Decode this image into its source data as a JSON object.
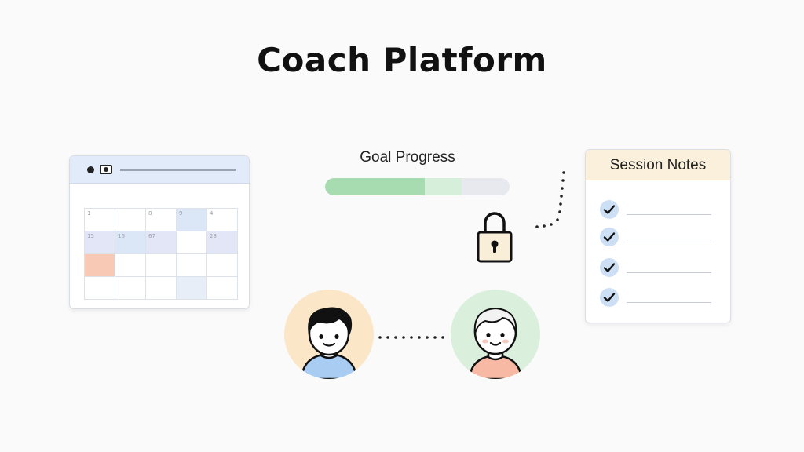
{
  "page": {
    "title": "Coach Platform"
  },
  "calendar": {
    "header_icons": [
      "record-dot-icon",
      "camera-icon"
    ],
    "cells": [
      {
        "label": "1",
        "style": ""
      },
      {
        "label": "",
        "style": ""
      },
      {
        "label": "8",
        "style": ""
      },
      {
        "label": "9",
        "style": "blue"
      },
      {
        "label": "4",
        "style": ""
      },
      {
        "label": "15",
        "style": "lav"
      },
      {
        "label": "16",
        "style": "blue"
      },
      {
        "label": "67",
        "style": "lav"
      },
      {
        "label": "",
        "style": ""
      },
      {
        "label": "28",
        "style": "lav"
      },
      {
        "label": "",
        "style": "salmon"
      },
      {
        "label": "",
        "style": ""
      },
      {
        "label": "",
        "style": ""
      },
      {
        "label": "",
        "style": ""
      },
      {
        "label": "",
        "style": ""
      },
      {
        "label": "",
        "style": ""
      },
      {
        "label": "",
        "style": ""
      },
      {
        "label": "",
        "style": ""
      },
      {
        "label": "",
        "style": "light"
      },
      {
        "label": "",
        "style": ""
      }
    ]
  },
  "goal": {
    "label": "Goal Progress",
    "progress": 0.54,
    "secondary_progress": 0.2,
    "colors": {
      "fill": "#a7dcb0",
      "secondary": "#d6efda",
      "track": "#e7e9ef"
    }
  },
  "lock": {
    "icon": "padlock-icon",
    "color": "#f9efd9"
  },
  "notes": {
    "title": "Session Notes",
    "items": [
      {
        "checked": true
      },
      {
        "checked": true
      },
      {
        "checked": true
      },
      {
        "checked": true
      }
    ]
  },
  "people": {
    "coach": {
      "icon": "coach-avatar-icon",
      "bg": "#fbe6c8",
      "shirt": "#a9cdf2"
    },
    "client": {
      "icon": "client-avatar-icon",
      "bg": "#daf0dc",
      "shirt": "#f7b9a4"
    }
  }
}
